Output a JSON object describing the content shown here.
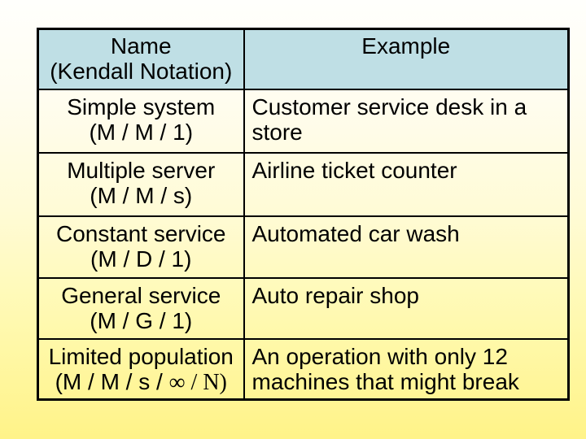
{
  "slide": {
    "background_gradient_top": "#fffffc",
    "background_gradient_bottom": "#fff388",
    "table_border_color": "#000000",
    "header_bg_color": "#bfdfe5"
  },
  "table": {
    "header": {
      "name_line1": "Name",
      "name_line2": "(Kendall Notation)",
      "example": "Example"
    },
    "rows": [
      {
        "name": "Simple system",
        "notation": "(M / M / 1)",
        "notation_serif": "",
        "example": "Customer service desk in a store"
      },
      {
        "name": "Multiple server",
        "notation": "(M / M / s)",
        "notation_serif": "",
        "example": "Airline ticket counter"
      },
      {
        "name": "Constant service",
        "notation": "(M / D / 1)",
        "notation_serif": "",
        "example": "Automated car wash"
      },
      {
        "name": "General service",
        "notation": "(M / G / 1)",
        "notation_serif": "",
        "example": "Auto repair shop"
      },
      {
        "name": "Limited population",
        "notation": "(M / M / s / ",
        "notation_serif": "∞ / N)",
        "example": "An operation with only 12 machines that might break"
      }
    ]
  }
}
